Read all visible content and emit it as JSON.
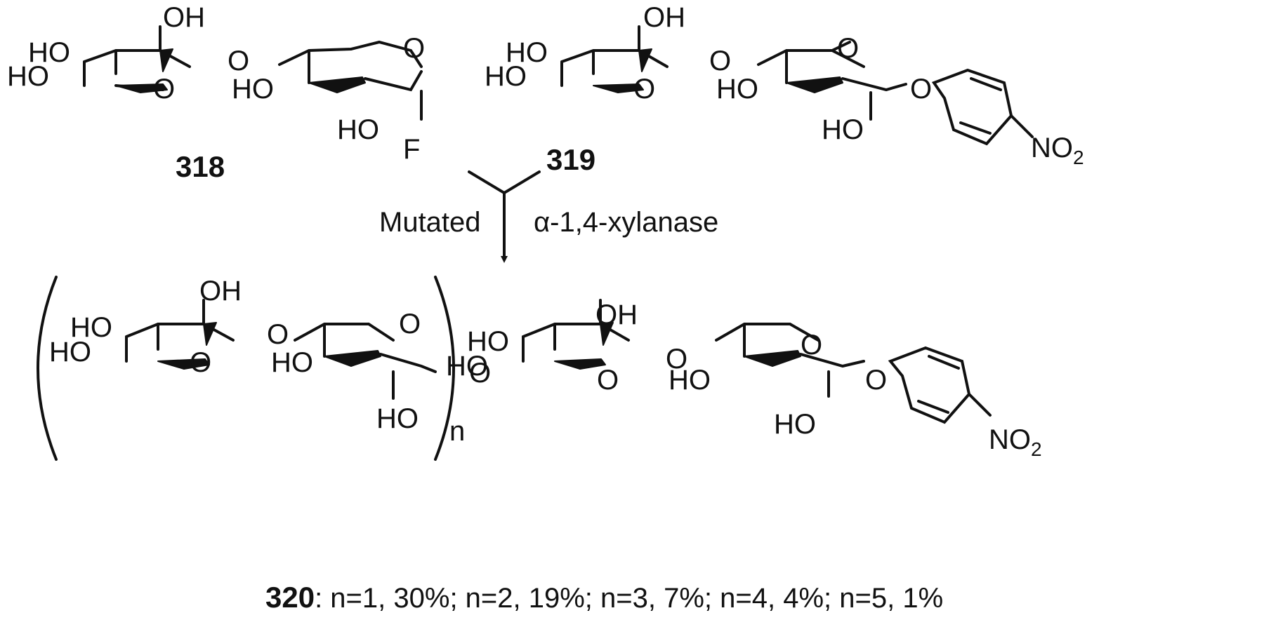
{
  "labels": {
    "hydroxyl": "HO",
    "hydroxyl_r": "OH",
    "oxygen": "O",
    "fluorine": "F",
    "nitro": "NO",
    "nitro_sub": "2",
    "repeat": "n"
  },
  "compounds": {
    "c318": "318",
    "c319": "319",
    "c320": "320"
  },
  "reaction": {
    "reagent_left": "Mutated",
    "reagent_right": "α-1,4-xylanase"
  },
  "yields": {
    "text": ": n=1, 30%; n=2, 19%; n=3, 7%; n=4, 4%; n=5, 1%"
  }
}
